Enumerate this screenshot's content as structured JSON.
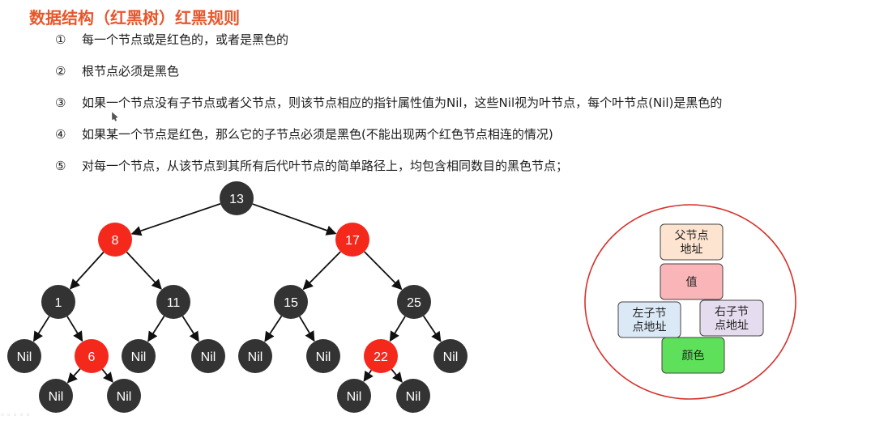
{
  "title": "数据结构（红黑树）红黑规则",
  "rules": [
    {
      "num": "①",
      "text": "每一个节点或是红色的，或者是黑色的"
    },
    {
      "num": "②",
      "text": "根节点必须是黑色"
    },
    {
      "num": "③",
      "text": "如果一个节点没有子节点或者父节点，则该节点相应的指针属性值为Nil，这些Nil视为叶节点，每个叶节点(Nil)是黑色的"
    },
    {
      "num": "④",
      "text": "如果某一个节点是红色，那么它的子节点必须是黑色(不能出现两个红色节点相连的情况)"
    },
    {
      "num": "⑤",
      "text": "对每一个节点，从该节点到其所有后代叶节点的简单路径上，均包含相同数目的黑色节点；"
    }
  ],
  "colors": {
    "red": "#f5281c",
    "black": "#333333",
    "title": "#e8572c"
  },
  "tree": {
    "nodes": [
      {
        "id": "n13",
        "label": "13",
        "color": "black"
      },
      {
        "id": "n8",
        "label": "8",
        "color": "red"
      },
      {
        "id": "n17",
        "label": "17",
        "color": "red"
      },
      {
        "id": "n1",
        "label": "1",
        "color": "black"
      },
      {
        "id": "n11",
        "label": "11",
        "color": "black"
      },
      {
        "id": "n15",
        "label": "15",
        "color": "black"
      },
      {
        "id": "n25",
        "label": "25",
        "color": "black"
      },
      {
        "id": "nil_1a",
        "label": "Nil",
        "color": "black"
      },
      {
        "id": "n6",
        "label": "6",
        "color": "red"
      },
      {
        "id": "nil_11a",
        "label": "Nil",
        "color": "black"
      },
      {
        "id": "nil_11b",
        "label": "Nil",
        "color": "black"
      },
      {
        "id": "nil_15a",
        "label": "Nil",
        "color": "black"
      },
      {
        "id": "nil_15b",
        "label": "Nil",
        "color": "black"
      },
      {
        "id": "n22",
        "label": "22",
        "color": "red"
      },
      {
        "id": "nil_25b",
        "label": "Nil",
        "color": "black"
      },
      {
        "id": "nil_6a",
        "label": "Nil",
        "color": "black"
      },
      {
        "id": "nil_6b",
        "label": "Nil",
        "color": "black"
      },
      {
        "id": "nil_22a",
        "label": "Nil",
        "color": "black"
      },
      {
        "id": "nil_22b",
        "label": "Nil",
        "color": "black"
      }
    ],
    "edges": [
      [
        "n13",
        "n8"
      ],
      [
        "n13",
        "n17"
      ],
      [
        "n8",
        "n1"
      ],
      [
        "n8",
        "n11"
      ],
      [
        "n17",
        "n15"
      ],
      [
        "n17",
        "n25"
      ],
      [
        "n1",
        "nil_1a"
      ],
      [
        "n1",
        "n6"
      ],
      [
        "n11",
        "nil_11a"
      ],
      [
        "n11",
        "nil_11b"
      ],
      [
        "n15",
        "nil_15a"
      ],
      [
        "n15",
        "nil_15b"
      ],
      [
        "n25",
        "n22"
      ],
      [
        "n25",
        "nil_25b"
      ],
      [
        "n6",
        "nil_6a"
      ],
      [
        "n6",
        "nil_6b"
      ],
      [
        "n22",
        "nil_22a"
      ],
      [
        "n22",
        "nil_22b"
      ]
    ]
  },
  "structure": {
    "parent": "父节点\n地址",
    "value": "值",
    "left": "左子节\n点地址",
    "right": "右子节\n点地址",
    "color": "颜色",
    "fills": {
      "parent": "#fde4d0",
      "value": "#f9b5b8",
      "left": "#dbe9f6",
      "right": "#e6dcef",
      "color": "#5ee05a"
    },
    "ellipse_stroke": "#d7302a"
  }
}
